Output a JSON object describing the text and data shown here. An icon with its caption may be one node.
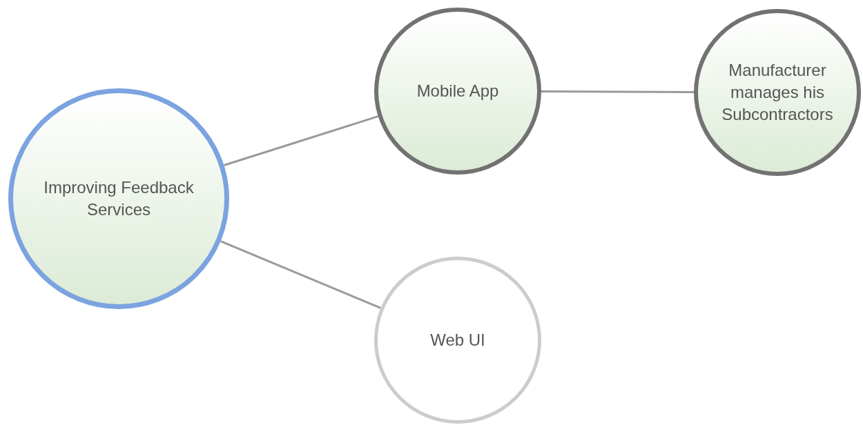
{
  "diagram": {
    "nodes": [
      {
        "text": [
          "Improving Feedback Services"
        ]
      },
      {
        "text": [
          "Mobile App"
        ]
      },
      {
        "text": [
          "Manufacturer manages his Subcontractors"
        ]
      },
      {
        "text": [
          "Web UI"
        ]
      }
    ],
    "edges": [
      {
        "from": 0,
        "to": 1,
        "arrow": "none"
      },
      {
        "from": 1,
        "to": 2,
        "arrow": "none"
      },
      {
        "from": 0,
        "to": 3,
        "arrow": "none"
      }
    ]
  }
}
